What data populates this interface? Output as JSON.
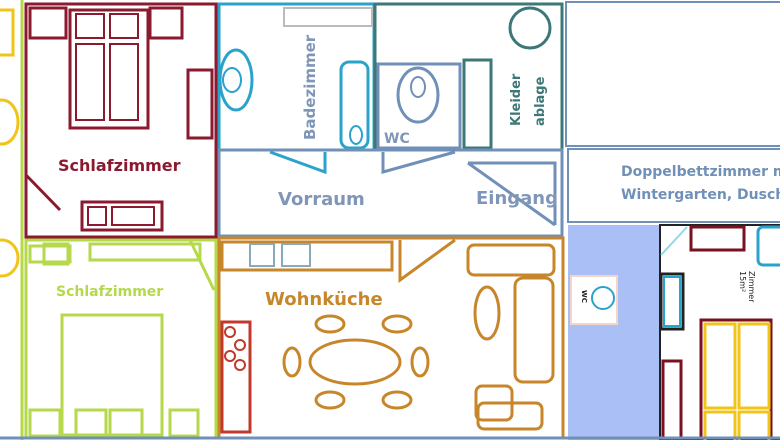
{
  "rooms": {
    "bedroom1": "Schlafzimmer",
    "bedroom2": "Schlafzimmer",
    "bathroom": "Badezimmer",
    "wc": "WC",
    "cloakroom_line1": "Kleider",
    "cloakroom_line2": "ablage",
    "hallway": "Vorraum",
    "entrance": "Eingang",
    "kitchen_living": "Wohnküche",
    "right_wc": "WC",
    "right_room_line1": "Zimmer",
    "right_room_line2": "15m²"
  },
  "description_box": {
    "line1": "Doppelbettzimmer m",
    "line2": "Wintergarten, Dusch"
  },
  "colors": {
    "bedroom1": "#8b1a2f",
    "bedroom2": "#b5d94a",
    "bathroom": "#29a3cc",
    "wc_cloak": "#3d7777",
    "hallway": "#7190b8",
    "kitchen": "#c8862a",
    "side_column": "#a9bff5",
    "furniture_yellow": "#f0c419"
  }
}
